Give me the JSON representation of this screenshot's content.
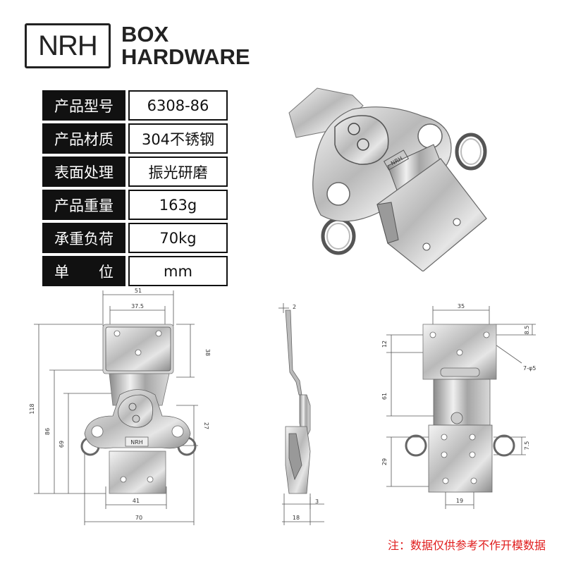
{
  "brand": {
    "logo": "NRH",
    "line1": "BOX",
    "line2": "HARDWARE"
  },
  "specs": [
    {
      "label": "产品型号",
      "value": "6308-86"
    },
    {
      "label": "产品材质",
      "value": "304不锈钢"
    },
    {
      "label": "表面处理",
      "value": "振光研磨"
    },
    {
      "label": "产品重量",
      "value": "163g"
    },
    {
      "label": "承重负荷",
      "value": "70kg"
    },
    {
      "label": "单　　位",
      "value": "mm"
    }
  ],
  "front_view": {
    "dims": [
      "51",
      "37.5",
      "38",
      "118",
      "86",
      "69",
      "27",
      "41",
      "70"
    ],
    "badge": "NRH"
  },
  "side_view": {
    "dims": [
      "2",
      "3",
      "18"
    ]
  },
  "back_view": {
    "dims": [
      "35",
      "8.5",
      "12",
      "7-φ5",
      "61",
      "7.5",
      "29",
      "19"
    ]
  },
  "photo_badge": "NRH",
  "note": "注：数据仅供参考不作开模数据"
}
